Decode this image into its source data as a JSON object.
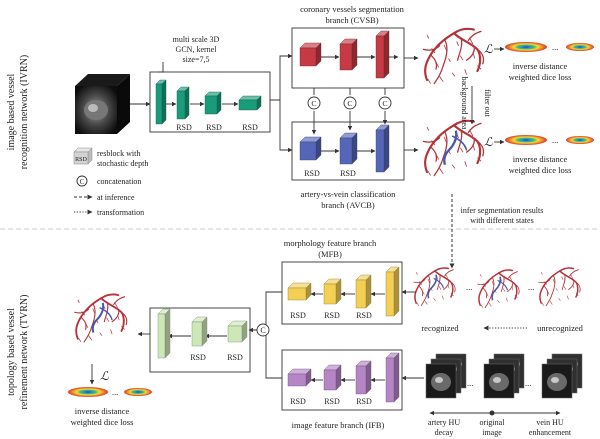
{
  "side_labels": {
    "ivrn_line1": "image based vessel",
    "ivrn_line2": "recognition network (IVRN)",
    "tvrn_line1": "topology based vessel",
    "tvrn_line2": "refinement network (TVRN)"
  },
  "gcn": {
    "line1": "multi scale 3D",
    "line2": "GCN, kernel",
    "line3": "size=7,5"
  },
  "rsd": "RSD",
  "concat_symbol": "C",
  "loss_symbol": "ℒ",
  "cvsb": {
    "line1": "coronary vessels segmentation",
    "line2": "branch (CVSB)"
  },
  "avcb": {
    "line1": "artery-vs-vein classification",
    "line2": "branch (AVCB)"
  },
  "filter": {
    "line1": "filter out",
    "line2": "background area"
  },
  "loss": {
    "line1": "inverse distance",
    "line2": "weighted dice loss"
  },
  "legend": {
    "rsd_line1": "resblock with",
    "rsd_line2": "stochastic depth",
    "concat": "concatenation",
    "inference": "at inference",
    "transformation": "transformation"
  },
  "infer_note": {
    "line1": "infer segmentation results",
    "line2": "with different states"
  },
  "mfb": {
    "line1": "morphology feature branch",
    "line2": "(MFB)"
  },
  "ifb": "image feature branch (IFB)",
  "recognized": "recognized",
  "unrecognized": "unrecognized",
  "dots": "...",
  "hu_axis": {
    "left_line1": "artery HU",
    "left_line2": "decay",
    "mid_line1": "original",
    "mid_line2": "image",
    "right_line1": "vein HU",
    "right_line2": "enhancement"
  },
  "colors": {
    "green": "#1a9c7a",
    "red": "#c53a44",
    "blue": "#5566b8",
    "yellow": "#f3cf55",
    "purple": "#b585c6",
    "lightgreen": "#cde7b7"
  }
}
